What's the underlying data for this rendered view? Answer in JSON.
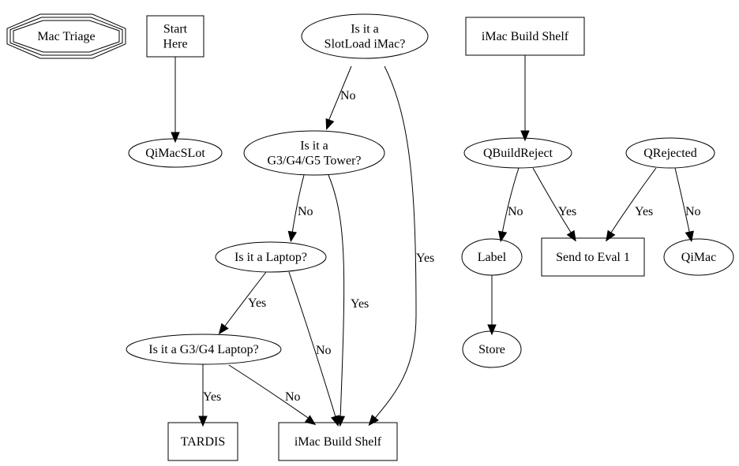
{
  "diagram": {
    "title": "Mac Triage",
    "nodes": [
      {
        "id": "mac-triage",
        "label": [
          "Mac Triage"
        ],
        "shape": "tripleoctagon"
      },
      {
        "id": "start-here",
        "label": [
          "Start",
          "Here"
        ],
        "shape": "box"
      },
      {
        "id": "qimacslot",
        "label": [
          "QiMacSLot"
        ],
        "shape": "ellipse"
      },
      {
        "id": "q-slotload",
        "label": [
          "Is it a",
          "SlotLoad iMac?"
        ],
        "shape": "ellipse"
      },
      {
        "id": "q-tower",
        "label": [
          "Is it a",
          "G3/G4/G5 Tower?"
        ],
        "shape": "ellipse"
      },
      {
        "id": "q-laptop",
        "label": [
          "Is it a Laptop?"
        ],
        "shape": "ellipse"
      },
      {
        "id": "q-g3g4-laptop",
        "label": [
          "Is it a G3/G4 Laptop?"
        ],
        "shape": "ellipse"
      },
      {
        "id": "tardis",
        "label": [
          "TARDIS"
        ],
        "shape": "box"
      },
      {
        "id": "imac-build-shelf-bottom",
        "label": [
          "iMac Build Shelf"
        ],
        "shape": "box"
      },
      {
        "id": "imac-build-shelf-top",
        "label": [
          "iMac Build Shelf"
        ],
        "shape": "box"
      },
      {
        "id": "qbuildreject",
        "label": [
          "QBuildReject"
        ],
        "shape": "ellipse"
      },
      {
        "id": "qrejected",
        "label": [
          "QRejected"
        ],
        "shape": "ellipse"
      },
      {
        "id": "label-node",
        "label": [
          "Label"
        ],
        "shape": "ellipse"
      },
      {
        "id": "send-to-eval",
        "label": [
          "Send to Eval 1"
        ],
        "shape": "box"
      },
      {
        "id": "qimac",
        "label": [
          "QiMac"
        ],
        "shape": "ellipse"
      },
      {
        "id": "store",
        "label": [
          "Store"
        ],
        "shape": "ellipse"
      }
    ],
    "edges": [
      {
        "from": "start-here",
        "to": "qimacslot",
        "label": ""
      },
      {
        "from": "q-slotload",
        "to": "q-tower",
        "label": "No"
      },
      {
        "from": "q-slotload",
        "to": "imac-build-shelf-bottom",
        "label": "Yes"
      },
      {
        "from": "q-tower",
        "to": "q-laptop",
        "label": "No"
      },
      {
        "from": "q-tower",
        "to": "imac-build-shelf-bottom",
        "label": "Yes"
      },
      {
        "from": "q-laptop",
        "to": "q-g3g4-laptop",
        "label": "Yes"
      },
      {
        "from": "q-laptop",
        "to": "imac-build-shelf-bottom",
        "label": "No"
      },
      {
        "from": "q-g3g4-laptop",
        "to": "tardis",
        "label": "Yes"
      },
      {
        "from": "q-g3g4-laptop",
        "to": "imac-build-shelf-bottom",
        "label": "No"
      },
      {
        "from": "imac-build-shelf-top",
        "to": "qbuildreject",
        "label": ""
      },
      {
        "from": "qbuildreject",
        "to": "label-node",
        "label": "No"
      },
      {
        "from": "qbuildreject",
        "to": "send-to-eval",
        "label": "Yes"
      },
      {
        "from": "qrejected",
        "to": "send-to-eval",
        "label": "Yes"
      },
      {
        "from": "qrejected",
        "to": "qimac",
        "label": "No"
      },
      {
        "from": "label-node",
        "to": "store",
        "label": ""
      }
    ]
  }
}
